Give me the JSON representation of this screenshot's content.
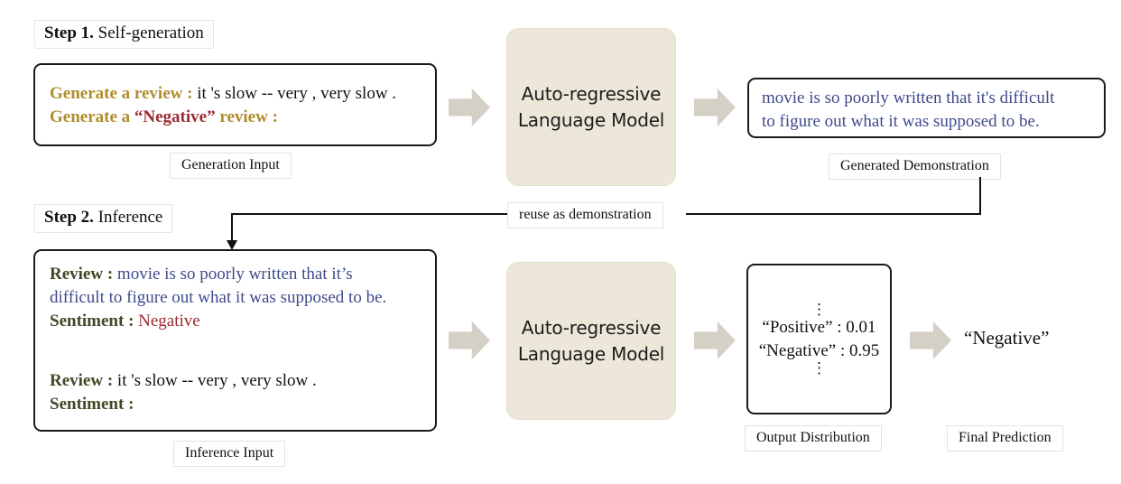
{
  "step1": {
    "number": "Step 1.",
    "name": "Self-generation",
    "input_box": {
      "line1_key": "Generate a review :",
      "line1_value": "it 's slow -- very , very slow .",
      "line2_prefix": "Generate a",
      "line2_label": "“Negative”",
      "line2_suffix": "review :"
    },
    "caption": "Generation Input",
    "model_line1": "Auto-regressive",
    "model_line2": "Language Model",
    "output_box": {
      "line1": "movie is so poorly written that it's difficult",
      "line2": "to figure out what it was supposed to be."
    },
    "output_caption": "Generated Demonstration"
  },
  "connector": {
    "label": "reuse as demonstration"
  },
  "step2": {
    "number": "Step 2.",
    "name": "Inference",
    "input_box": {
      "demo_key": "Review :",
      "demo_value_line1": "movie is so poorly written that it’s",
      "demo_value_line2": "difficult to figure out what it was supposed to be.",
      "demo_sentiment_key": "Sentiment :",
      "demo_sentiment_value": "Negative",
      "query_key": "Review :",
      "query_value": "it 's slow -- very , very slow .",
      "query_sentiment_key": "Sentiment :"
    },
    "caption": "Inference Input",
    "model_line1": "Auto-regressive",
    "model_line2": "Language Model",
    "distribution": {
      "dots_top": "⋮",
      "rows": [
        {
          "label": "“Positive” : 0.01"
        },
        {
          "label": "“Negative” : 0.95"
        }
      ],
      "dots_bottom": "⋮"
    },
    "distribution_caption": "Output Distribution",
    "final_prediction": "“Negative”",
    "final_prediction_caption": "Final Prediction"
  },
  "colors": {
    "model_box": "#ece7d8",
    "arrow": "#d5d0c6",
    "key_gold": "#b08d2b",
    "key_olive": "#3f4a26",
    "value_red": "#9c2a33",
    "value_blue": "#3e4b8b",
    "border": "#1a1a1a"
  }
}
